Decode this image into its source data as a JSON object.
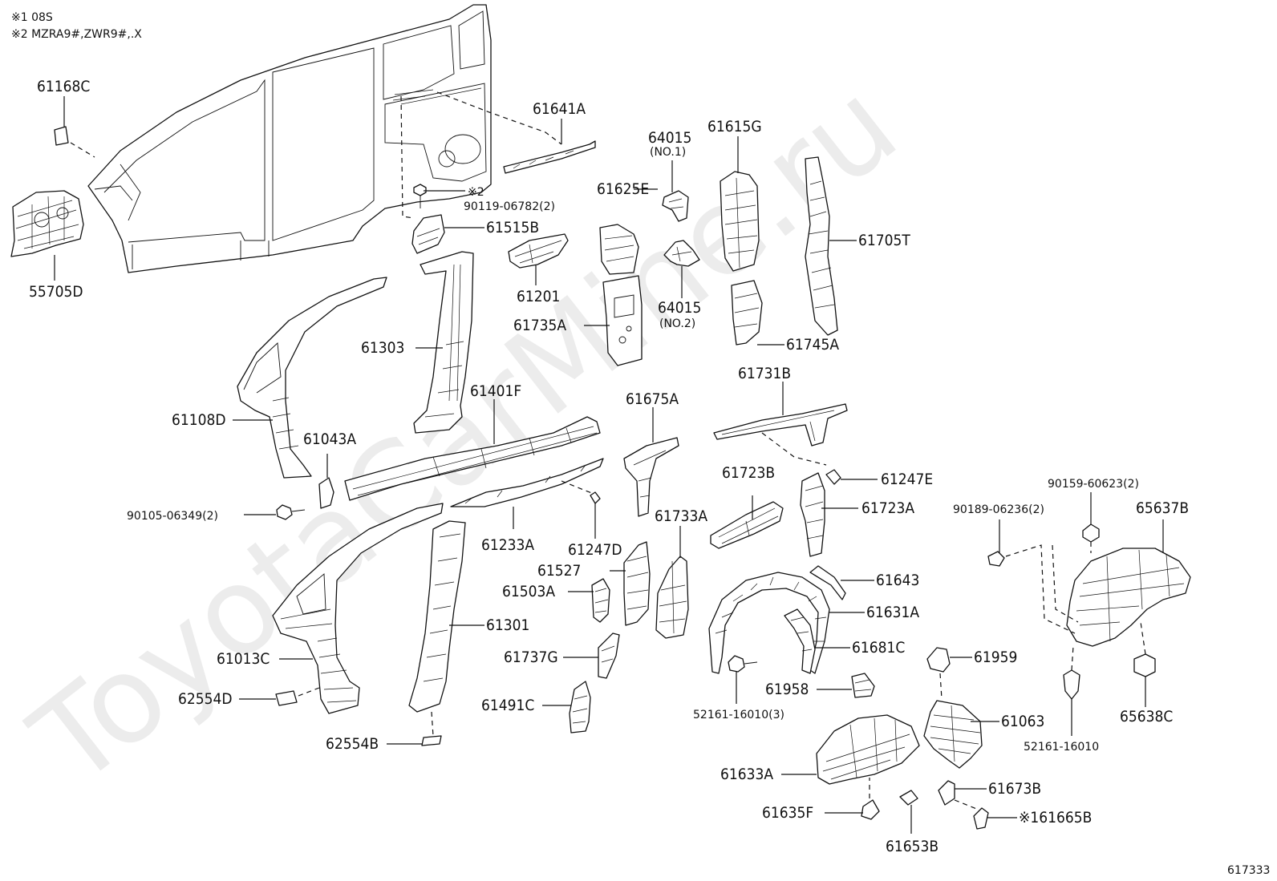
{
  "notes": {
    "note1": "※1 08S",
    "note2": "※2 MZRA9#,ZWR9#,.X"
  },
  "watermark": "ToyotaCarMine.ru",
  "diagram_id": "617333",
  "labels": {
    "p61168C": "61168C",
    "p55705D": "55705D",
    "p61641A": "61641A",
    "mark2": "※2",
    "p90119": "90119-06782(2)",
    "p61515B": "61515B",
    "p64015a": "64015",
    "no1": "(NO.1)",
    "p61625E": "61625E",
    "p61615G": "61615G",
    "p61705T": "61705T",
    "p61201": "61201",
    "p64015b": "64015",
    "no2": "(NO.2)",
    "p61735A": "61735A",
    "p61745A": "61745A",
    "p61303": "61303",
    "p61731B": "61731B",
    "p61401F": "61401F",
    "p61675A": "61675A",
    "p61108D": "61108D",
    "p61043A": "61043A",
    "p61723B": "61723B",
    "p61247E": "61247E",
    "p90159": "90159-60623(2)",
    "p90189": "90189-06236(2)",
    "p65637B": "65637B",
    "p90105": "90105-06349(2)",
    "p61723A": "61723A",
    "p61733A": "61733A",
    "p61233A": "61233A",
    "p61247D": "61247D",
    "p61527": "61527",
    "p61643": "61643",
    "p61503A": "61503A",
    "p61631A": "61631A",
    "p61301": "61301",
    "p61681C": "61681C",
    "p61737G": "61737G",
    "p61013C": "61013C",
    "p61959": "61959",
    "p61958": "61958",
    "p62554D": "62554D",
    "p61491C": "61491C",
    "p52161a": "52161-16010(3)",
    "p61063": "61063",
    "p65638C": "65638C",
    "p62554B": "62554B",
    "p52161b": "52161-16010",
    "p61633A": "61633A",
    "p61673B": "61673B",
    "p61635F": "61635F",
    "p61665B": "※161665B",
    "p61653B": "61653B"
  }
}
